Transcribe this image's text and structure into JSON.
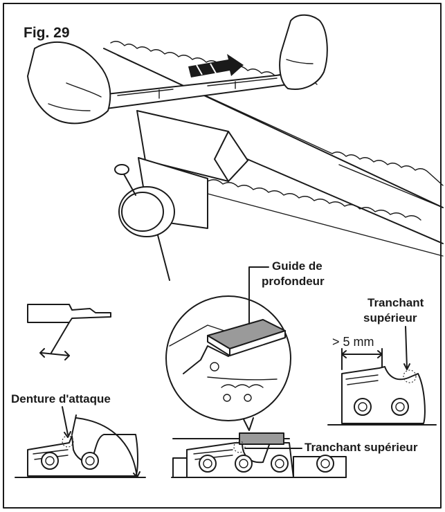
{
  "figure": {
    "title": "Fig. 29",
    "labels": {
      "depth_gauge_line1": "Guide de",
      "depth_gauge_line2": "profondeur",
      "top_cutter_line1": "Tranchant",
      "top_cutter_line2": "supérieur",
      "distance": "> 5 mm",
      "leading_tooth": "Denture d'attaque",
      "top_cutter_bottom": "Tranchant supérieur"
    }
  }
}
